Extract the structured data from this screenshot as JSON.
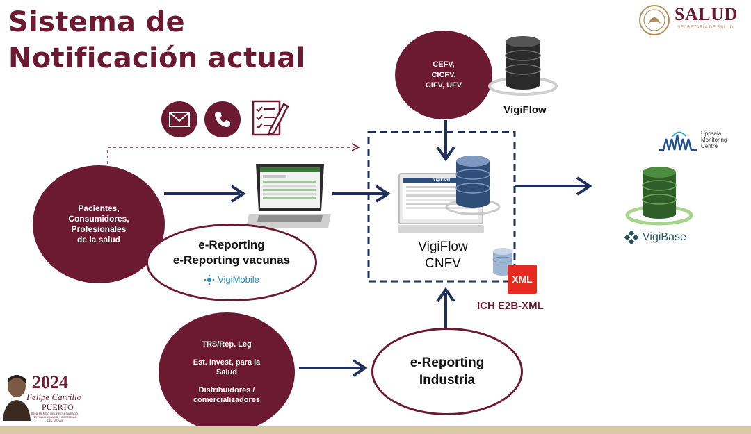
{
  "title_line1": "Sistema de",
  "title_line2": "Notificación actual",
  "logo": {
    "main": "SALUD",
    "sub": "SECRETARÍA DE SALUD"
  },
  "top_circle": {
    "lines": [
      "CEFV,",
      "CICFV,",
      "CIFV, UFV"
    ]
  },
  "vigiflow_label": "VigiFlow",
  "patients_circle": {
    "lines": [
      "Pacientes,",
      "Consumidores,",
      "Profesionales",
      "de la salud"
    ]
  },
  "ereporting_ellipse": {
    "line1": "e-Reporting",
    "line2": "e-Reporting vacunas",
    "vigimobile": "VigiMobile"
  },
  "center": {
    "screen_title": "VigiFlow",
    "line1": "VigiFlow",
    "line2": "CNFV"
  },
  "xml_badge": "XML",
  "ich_label": "ICH E2B-XML",
  "umc": {
    "line1": "Uppsala",
    "line2": "Monitoring",
    "line3": "Centre"
  },
  "vigibase_label": "VigiBase",
  "industry_circle": {
    "item1": "TRS/Rep. Leg",
    "item2a": "Est. Invest, para la",
    "item2b": "Salud",
    "item3a": "Distribuidores /",
    "item3b": "comercializadores"
  },
  "industry_ellipse": {
    "line1": "e-Reporting",
    "line2": "Industria"
  },
  "badge2024": {
    "year": "2024",
    "name": "Felipe Carrillo",
    "place": "PUERTO",
    "sub1": "BENEMÉRITO DEL PROLETARIADO,",
    "sub2": "REVOLUCIONARIO Y DEFENSOR",
    "sub3": "DEL MAYAB"
  },
  "icons": [
    "mail-icon",
    "phone-icon",
    "form-icon",
    "laptop-icon",
    "database-icon"
  ],
  "colors": {
    "maroon": "#6b1a31",
    "navy": "#1f2f5c",
    "green": "#3a7a2c",
    "gold": "#b38e5d",
    "xml_red": "#e52b1f"
  }
}
